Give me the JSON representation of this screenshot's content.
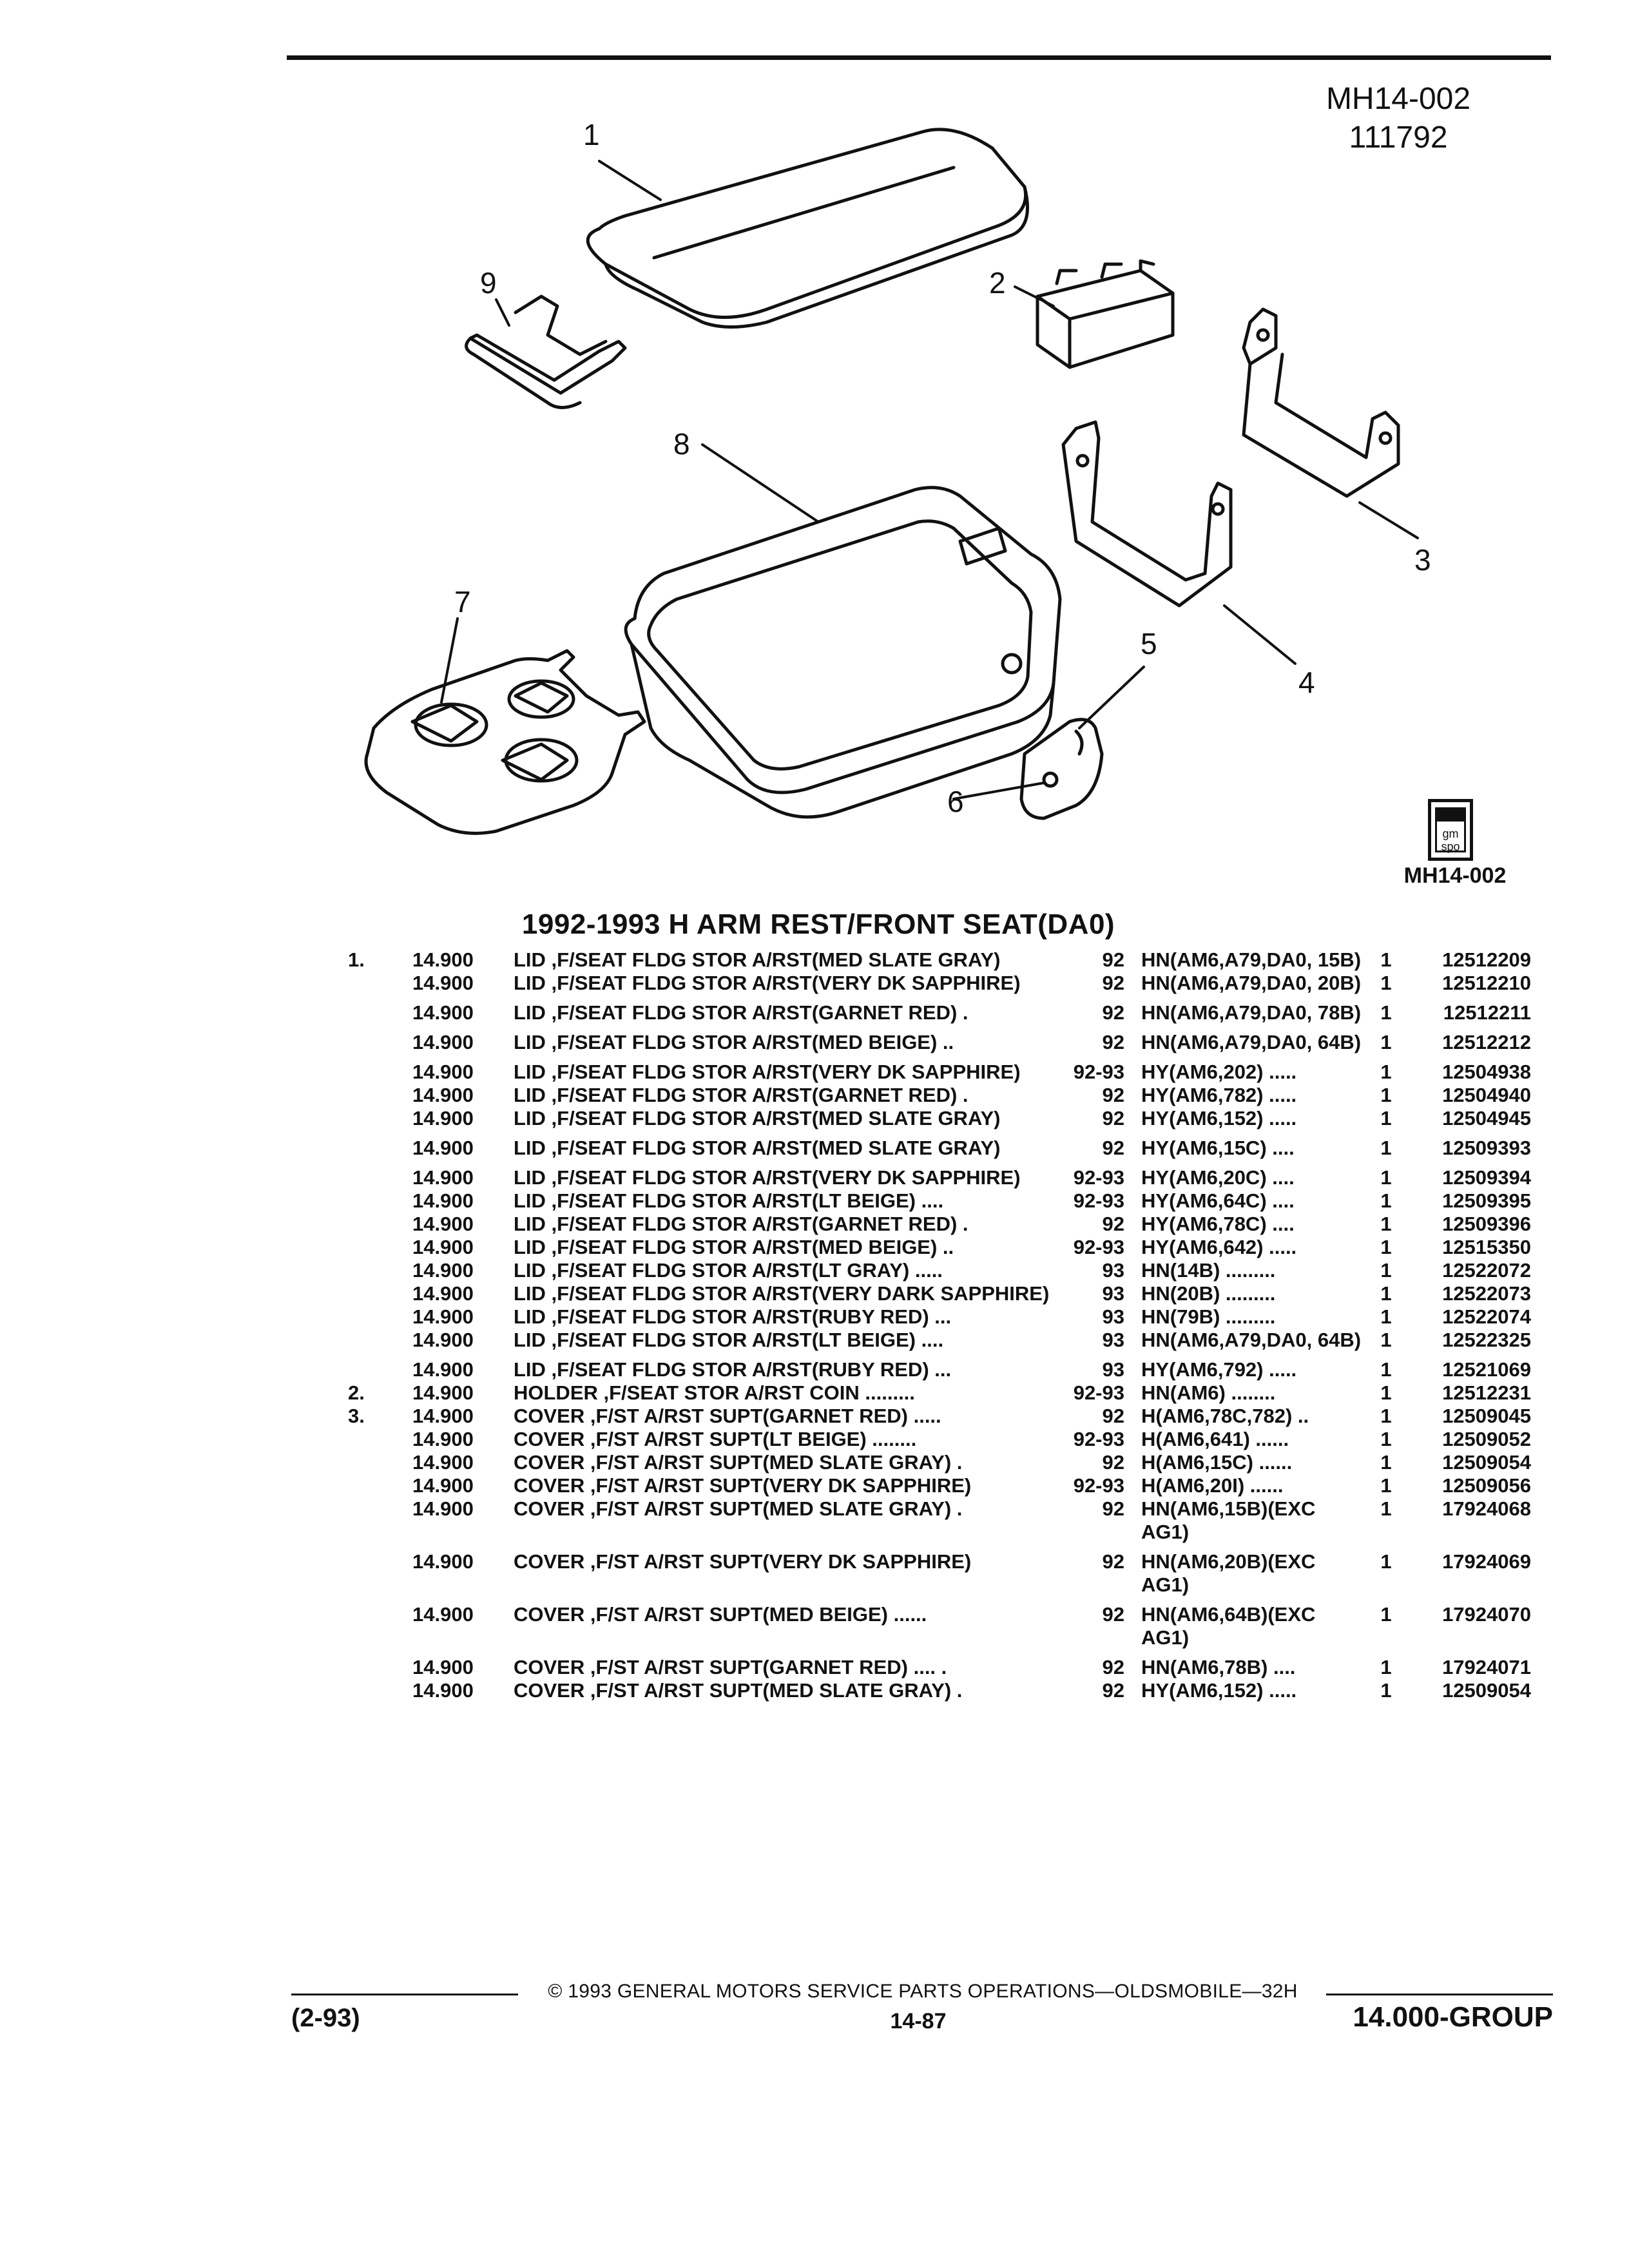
{
  "header": {
    "figure_code": "MH14-002",
    "figure_number": "111792"
  },
  "diagram": {
    "callouts": [
      "1",
      "2",
      "3",
      "4",
      "5",
      "6",
      "7",
      "8",
      "9"
    ],
    "logo_text": "gm spo",
    "figure_label": "MH14-002"
  },
  "section_title": "1992-1993 H ARM REST/FRONT SEAT(DA0)",
  "parts": [
    {
      "ref": "1.",
      "group": "14.900",
      "desc": "LID ,F/SEAT FLDG STOR A/RST(MED SLATE GRAY)",
      "years": "92",
      "code": "HN(AM6,A79,DA0, 15B)",
      "qty": "1",
      "part": "12512209"
    },
    {
      "ref": "",
      "group": "14.900",
      "desc": "LID ,F/SEAT FLDG STOR A/RST(VERY DK SAPPHIRE)",
      "years": "92",
      "code": "HN(AM6,A79,DA0, 20B)",
      "qty": "1",
      "part": "12512210"
    },
    {
      "ref": "",
      "group": "14.900",
      "desc": "LID ,F/SEAT FLDG STOR A/RST(GARNET RED) .",
      "years": "92",
      "code": "HN(AM6,A79,DA0, 78B)",
      "qty": "1",
      "part": "12512211"
    },
    {
      "ref": "",
      "group": "14.900",
      "desc": "LID ,F/SEAT FLDG STOR A/RST(MED BEIGE) ..",
      "years": "92",
      "code": "HN(AM6,A79,DA0, 64B)",
      "qty": "1",
      "part": "12512212"
    },
    {
      "ref": "",
      "group": "14.900",
      "desc": "LID ,F/SEAT FLDG STOR A/RST(VERY DK SAPPHIRE)",
      "years": "92-93",
      "code": "HY(AM6,202) .....",
      "qty": "1",
      "part": "12504938"
    },
    {
      "ref": "",
      "group": "14.900",
      "desc": "LID ,F/SEAT FLDG STOR A/RST(GARNET RED) .",
      "years": "92",
      "code": "HY(AM6,782) .....",
      "qty": "1",
      "part": "12504940"
    },
    {
      "ref": "",
      "group": "14.900",
      "desc": "LID ,F/SEAT FLDG STOR A/RST(MED SLATE GRAY)",
      "years": "92",
      "code": "HY(AM6,152) .....",
      "qty": "1",
      "part": "12504945"
    },
    {
      "ref": "",
      "group": "14.900",
      "desc": "LID ,F/SEAT FLDG STOR A/RST(MED SLATE GRAY)",
      "years": "92",
      "code": "HY(AM6,15C) ....",
      "qty": "1",
      "part": "12509393"
    },
    {
      "ref": "",
      "group": "14.900",
      "desc": "LID ,F/SEAT FLDG STOR A/RST(VERY DK SAPPHIRE)",
      "years": "92-93",
      "code": "HY(AM6,20C) ....",
      "qty": "1",
      "part": "12509394"
    },
    {
      "ref": "",
      "group": "14.900",
      "desc": "LID ,F/SEAT FLDG STOR A/RST(LT BEIGE) ....",
      "years": "92-93",
      "code": "HY(AM6,64C) ....",
      "qty": "1",
      "part": "12509395"
    },
    {
      "ref": "",
      "group": "14.900",
      "desc": "LID ,F/SEAT FLDG STOR A/RST(GARNET RED) .",
      "years": "92",
      "code": "HY(AM6,78C) ....",
      "qty": "1",
      "part": "12509396"
    },
    {
      "ref": "",
      "group": "14.900",
      "desc": "LID ,F/SEAT FLDG STOR A/RST(MED BEIGE) ..",
      "years": "92-93",
      "code": "HY(AM6,642) .....",
      "qty": "1",
      "part": "12515350"
    },
    {
      "ref": "",
      "group": "14.900",
      "desc": "LID ,F/SEAT FLDG STOR A/RST(LT GRAY) .....",
      "years": "93",
      "code": "HN(14B) .........",
      "qty": "1",
      "part": "12522072"
    },
    {
      "ref": "",
      "group": "14.900",
      "desc": "LID ,F/SEAT FLDG STOR A/RST(VERY DARK SAPPHIRE)",
      "years": "93",
      "code": "HN(20B) .........",
      "qty": "1",
      "part": "12522073"
    },
    {
      "ref": "",
      "group": "14.900",
      "desc": "LID ,F/SEAT FLDG STOR A/RST(RUBY RED) ...",
      "years": "93",
      "code": "HN(79B) .........",
      "qty": "1",
      "part": "12522074"
    },
    {
      "ref": "",
      "group": "14.900",
      "desc": "LID ,F/SEAT FLDG STOR A/RST(LT BEIGE) ....",
      "years": "93",
      "code": "HN(AM6,A79,DA0, 64B)",
      "qty": "1",
      "part": "12522325"
    },
    {
      "ref": "",
      "group": "14.900",
      "desc": "LID ,F/SEAT FLDG STOR A/RST(RUBY RED) ...",
      "years": "93",
      "code": "HY(AM6,792) .....",
      "qty": "1",
      "part": "12521069"
    },
    {
      "ref": "2.",
      "group": "14.900",
      "desc": "HOLDER ,F/SEAT STOR A/RST COIN .........",
      "years": "92-93",
      "code": "HN(AM6) ........",
      "qty": "1",
      "part": "12512231"
    },
    {
      "ref": "3.",
      "group": "14.900",
      "desc": "COVER ,F/ST A/RST SUPT(GARNET RED) .....",
      "years": "92",
      "code": "H(AM6,78C,782) ..",
      "qty": "1",
      "part": "12509045"
    },
    {
      "ref": "",
      "group": "14.900",
      "desc": "COVER ,F/ST A/RST SUPT(LT BEIGE) ........",
      "years": "92-93",
      "code": "H(AM6,641) ......",
      "qty": "1",
      "part": "12509052"
    },
    {
      "ref": "",
      "group": "14.900",
      "desc": "COVER ,F/ST A/RST SUPT(MED SLATE GRAY) .",
      "years": "92",
      "code": "H(AM6,15C) ......",
      "qty": "1",
      "part": "12509054"
    },
    {
      "ref": "",
      "group": "14.900",
      "desc": "COVER ,F/ST A/RST SUPT(VERY DK SAPPHIRE)",
      "years": "92-93",
      "code": "H(AM6,20I) ......",
      "qty": "1",
      "part": "12509056"
    },
    {
      "ref": "",
      "group": "14.900",
      "desc": "COVER ,F/ST A/RST SUPT(MED SLATE GRAY) .",
      "years": "92",
      "code": "HN(AM6,15B)(EXC AG1)",
      "qty": "1",
      "part": "17924068"
    },
    {
      "ref": "",
      "group": "14.900",
      "desc": "COVER ,F/ST A/RST SUPT(VERY DK SAPPHIRE)",
      "years": "92",
      "code": "HN(AM6,20B)(EXC AG1)",
      "qty": "1",
      "part": "17924069"
    },
    {
      "ref": "",
      "group": "14.900",
      "desc": "COVER ,F/ST A/RST SUPT(MED BEIGE) ......",
      "years": "92",
      "code": "HN(AM6,64B)(EXC AG1)",
      "qty": "1",
      "part": "17924070"
    },
    {
      "ref": "",
      "group": "14.900",
      "desc": "COVER ,F/ST A/RST SUPT(GARNET RED) .... .",
      "years": "92",
      "code": "HN(AM6,78B) ....",
      "qty": "1",
      "part": "17924071"
    },
    {
      "ref": "",
      "group": "14.900",
      "desc": "COVER ,F/ST A/RST SUPT(MED SLATE GRAY) .",
      "years": "92",
      "code": "HY(AM6,152) .....",
      "qty": "1",
      "part": "12509054"
    }
  ],
  "footer": {
    "copyright": "© 1993 GENERAL MOTORS SERVICE PARTS OPERATIONS—OLDSMOBILE—32H",
    "left": "(2-93)",
    "page": "14-87",
    "group": "14.000-GROUP"
  }
}
